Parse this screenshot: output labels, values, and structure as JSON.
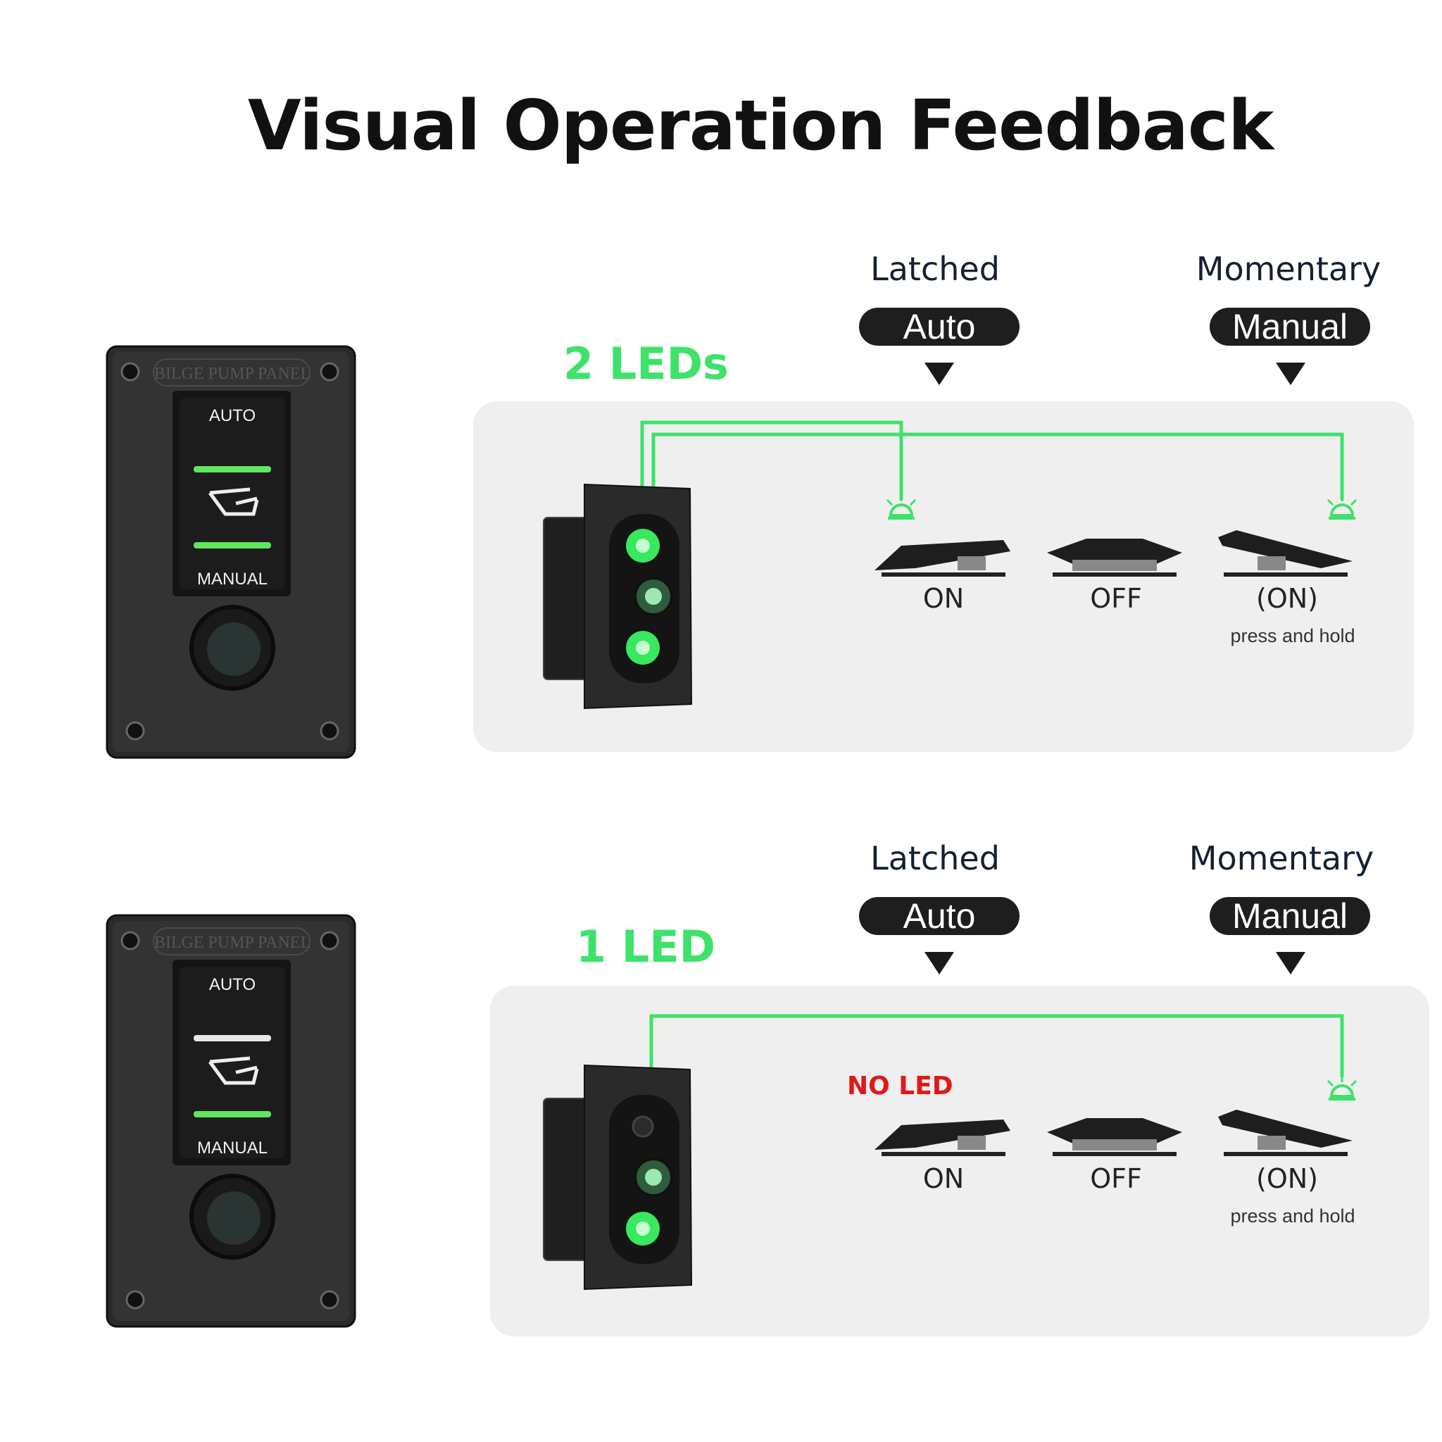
{
  "title": "Visual Operation Feedback",
  "colors": {
    "led_green": "#3ee26a",
    "no_led_red": "#e11818",
    "panel_bg": "#efefef",
    "pill_bg": "#1e1e1e"
  },
  "sections": [
    {
      "led_count": "2 LEDs",
      "panel": {
        "brand": "BILGE PUMP PANEL",
        "top_label": "AUTO",
        "bottom_label": "MANUAL",
        "icon": "bilge-pump-icon"
      },
      "latched": {
        "heading": "Latched",
        "pill": "Auto"
      },
      "momentary": {
        "heading": "Momentary",
        "pill": "Manual"
      },
      "states": [
        "ON",
        "OFF",
        "(ON)"
      ],
      "hint": "press and hold",
      "no_led_note": ""
    },
    {
      "led_count": "1 LED",
      "panel": {
        "brand": "BILGE PUMP PANEL",
        "top_label": "AUTO",
        "bottom_label": "MANUAL",
        "icon": "bilge-pump-icon"
      },
      "latched": {
        "heading": "Latched",
        "pill": "Auto"
      },
      "momentary": {
        "heading": "Momentary",
        "pill": "Manual"
      },
      "states": [
        "ON",
        "OFF",
        "(ON)"
      ],
      "hint": "press and hold",
      "no_led_note": "NO LED"
    }
  ]
}
